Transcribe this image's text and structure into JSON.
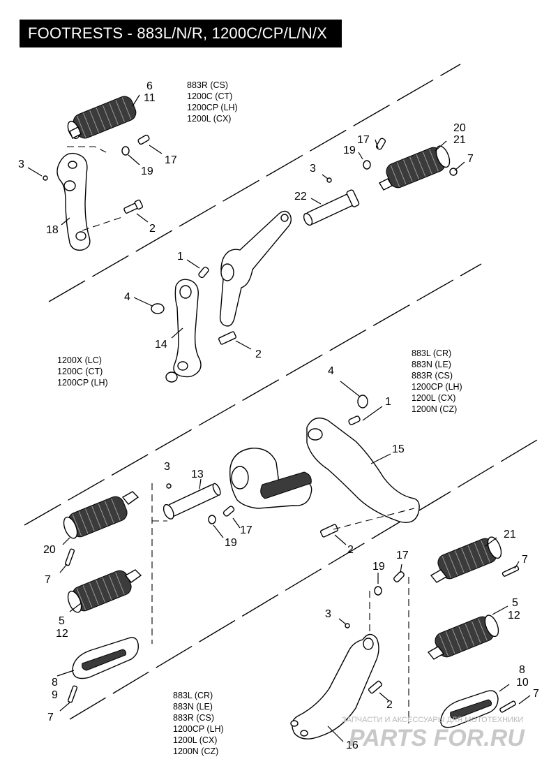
{
  "title": "FOOTRESTS - 883L/N/R, 1200C/CP/L/N/X",
  "model_groups": {
    "top_right": [
      "883R (CS)",
      "1200C (CT)",
      "1200CP (LH)",
      "1200L (CX)"
    ],
    "middle_left": [
      "1200X (LC)",
      "1200C (CT)",
      "1200CP (LH)"
    ],
    "middle_right": [
      "883L (CR)",
      "883N (LE)",
      "883R (CS)",
      "1200CP (LH)",
      "1200L (CX)",
      "1200N (CZ)"
    ],
    "bottom": [
      "883L (CR)",
      "883N (LE)",
      "883R (CS)",
      "1200CP (LH)",
      "1200L (CX)",
      "1200N (CZ)"
    ]
  },
  "callouts": {
    "c_6": "6",
    "c_11": "11",
    "c_3a": "3",
    "c_17a": "17",
    "c_19a": "19",
    "c_18": "18",
    "c_2a": "2",
    "c_20a": "20",
    "c_21a": "21",
    "c_17b": "17",
    "c_19b": "19",
    "c_3b": "3",
    "c_7a": "7",
    "c_22": "22",
    "c_1a": "1",
    "c_4a": "4",
    "c_14": "14",
    "c_2b": "2",
    "c_4b": "4",
    "c_1b": "1",
    "c_15": "15",
    "c_3c": "3",
    "c_13": "13",
    "c_17c": "17",
    "c_19c": "19",
    "c_2c": "2",
    "c_20b": "20",
    "c_7b": "7",
    "c_5a": "5",
    "c_12a": "12",
    "c_8a": "8",
    "c_9": "9",
    "c_7c": "7",
    "c_19d": "19",
    "c_17d": "17",
    "c_21b": "21",
    "c_7d": "7",
    "c_3d": "3",
    "c_5b": "5",
    "c_12b": "12",
    "c_2d": "2",
    "c_8b": "8",
    "c_10": "10",
    "c_7e": "7",
    "c_16": "16"
  },
  "watermark": {
    "tagline": "ЗАПЧАСТИ И АКСЕССУАРЫ ДЛЯ МОТОТЕХНИКИ",
    "brand": "PARTS FOR.RU"
  }
}
